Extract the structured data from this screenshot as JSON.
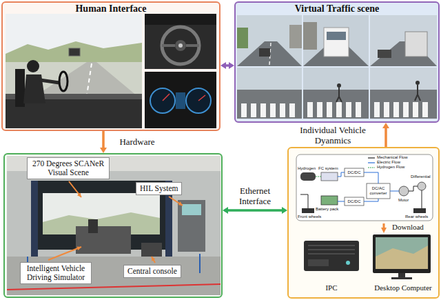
{
  "diagram": {
    "nodes": [
      {
        "text": [
          "Human Interface"
        ]
      },
      {
        "text": [
          "Virtual Traffic scene"
        ]
      },
      {
        "text": []
      },
      {
        "text": [
          "270 Degrees SCANeR Visual Scene"
        ],
        "in": 2
      },
      {
        "text": [
          "HIL System"
        ],
        "in": 2
      },
      {
        "text": [
          "Intelligent Vehicle Driving Simulator"
        ],
        "in": 2
      },
      {
        "text": [
          "Central console"
        ],
        "in": 2
      },
      {
        "text": [
          "Individual Vehicle Dyanmics"
        ]
      }
    ],
    "edges": [
      {
        "from": 0,
        "to": 1,
        "arrow": "both"
      },
      {
        "from": 0,
        "to": 2,
        "arrow": "to",
        "label": "Hardware"
      },
      {
        "from": 2,
        "to": 7,
        "arrow": "both",
        "label": "Ethernet Interface"
      },
      {
        "from": 7,
        "to": 1,
        "arrow": "to"
      }
    ],
    "labels": [
      "Hydrogen",
      "FC system",
      "DC/DC",
      "Battery pack",
      "DC/DC",
      "DC/AC converter",
      "Motor",
      "Differential",
      "Front wheels",
      "Rear wheels",
      "Download",
      "IPC",
      "Desktop Computer"
    ],
    "legend": [
      {
        "text": "Mechanical Flow"
      },
      {
        "text": "Electric Flow"
      },
      {
        "text": "Hydrogen Flow"
      }
    ]
  }
}
